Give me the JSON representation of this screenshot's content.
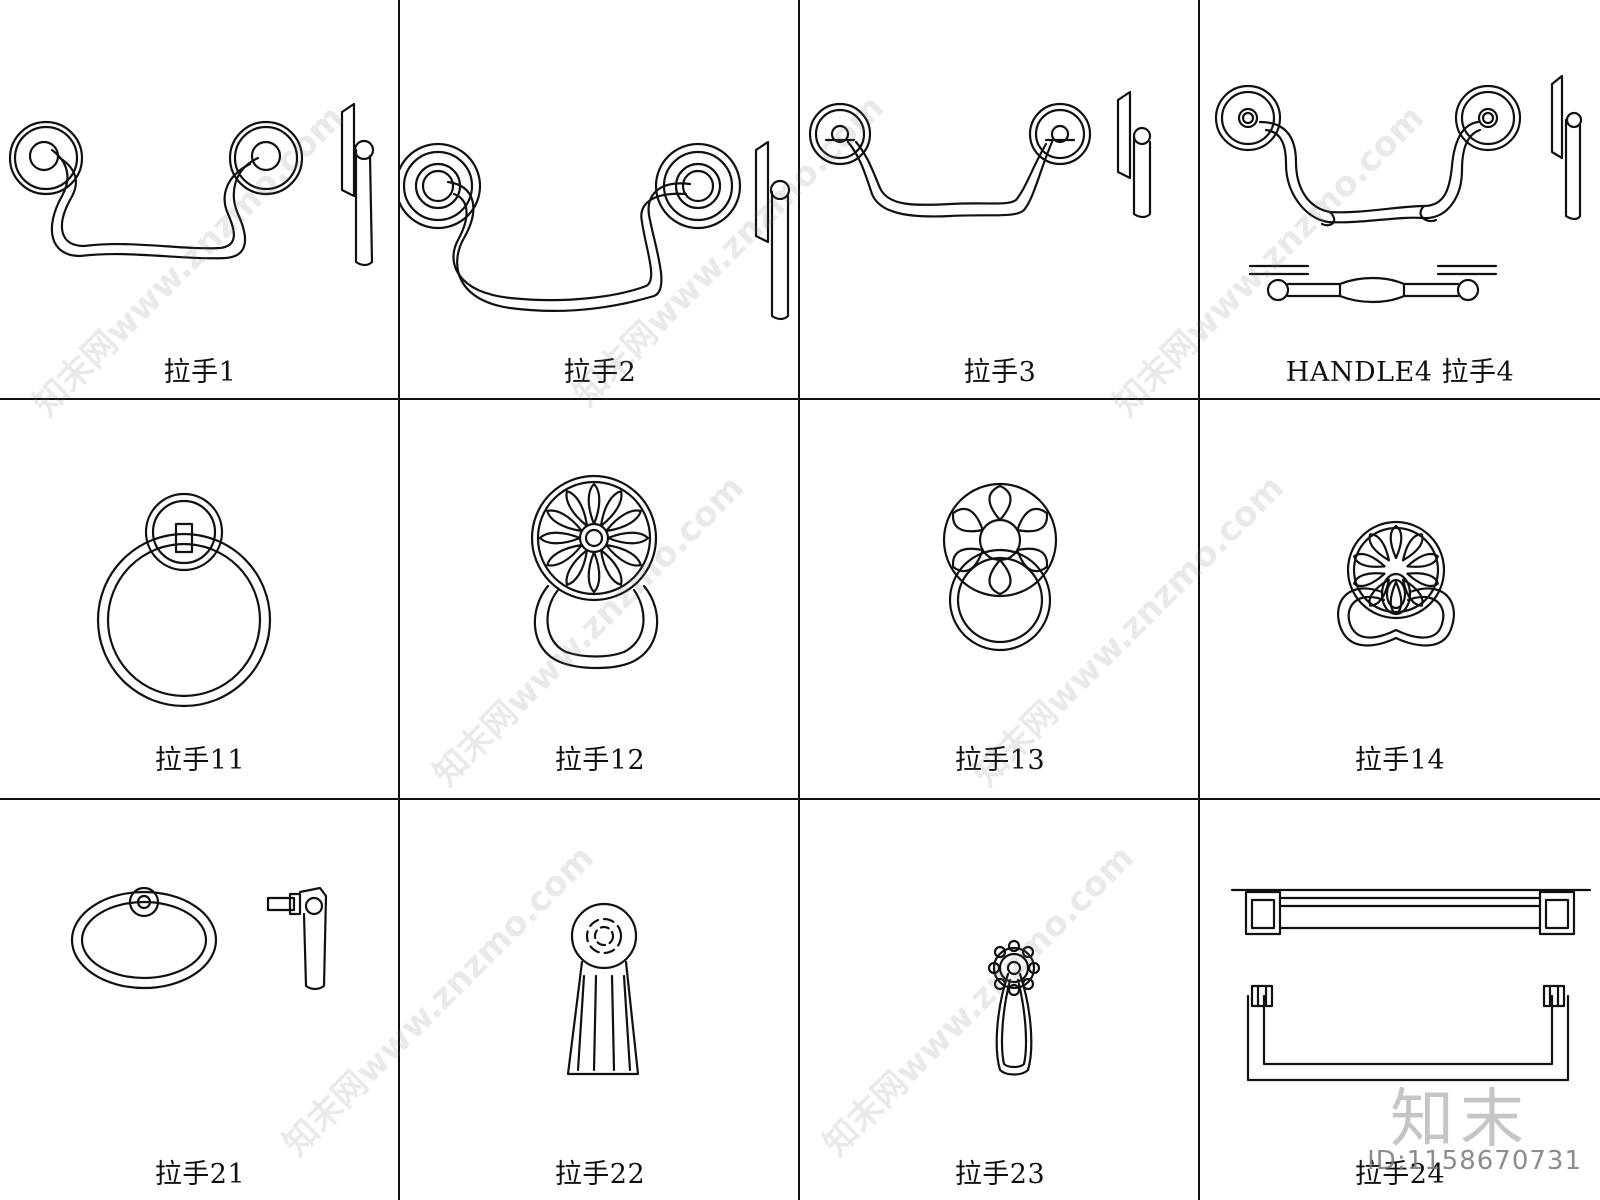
{
  "items": [
    {
      "label": "拉手1"
    },
    {
      "label": "拉手2"
    },
    {
      "label": "拉手3"
    },
    {
      "label": "HANDLE4  拉手4"
    },
    {
      "label": "拉手11"
    },
    {
      "label": "拉手12"
    },
    {
      "label": "拉手13"
    },
    {
      "label": "拉手14"
    },
    {
      "label": "拉手21"
    },
    {
      "label": "拉手22"
    },
    {
      "label": "拉手23"
    },
    {
      "label": "拉手24"
    }
  ],
  "watermark": {
    "text": "知末网www.znzmo.com",
    "brand": "知末",
    "image_id": "ID:1158670731"
  }
}
